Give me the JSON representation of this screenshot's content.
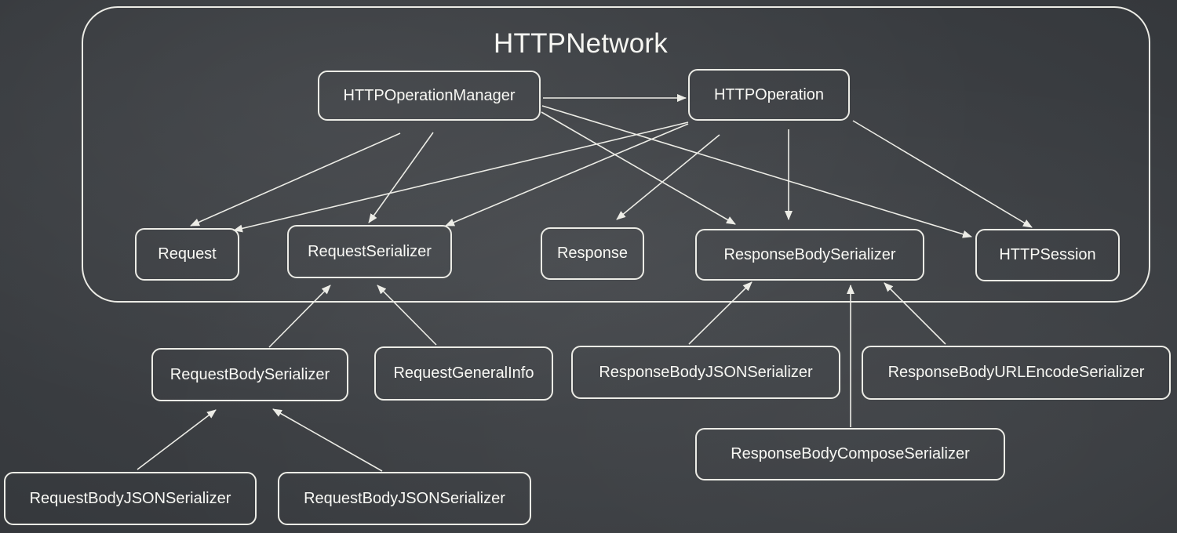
{
  "group": {
    "title": "HTTPNetwork"
  },
  "nodes": {
    "http_operation_manager": "HTTPOperationManager",
    "http_operation": "HTTPOperation",
    "request": "Request",
    "request_serializer": "RequestSerializer",
    "response": "Response",
    "response_body_serializer": "ResponseBodySerializer",
    "http_session": "HTTPSession",
    "request_body_serializer": "RequestBodySerializer",
    "request_general_info": "RequestGeneralInfo",
    "response_body_json_serializer": "ResponseBodyJSONSerializer",
    "response_body_url_encode_serializer": "ResponseBodyURLEncodeSerializer",
    "response_body_compose_serializer": "ResponseBodyComposeSerializer",
    "request_body_json_serializer_a": "RequestBodyJSONSerializer",
    "request_body_json_serializer_b": "RequestBodyJSONSerializer"
  },
  "colors": {
    "board": "#3b3e42",
    "chalk": "#ecece6"
  }
}
